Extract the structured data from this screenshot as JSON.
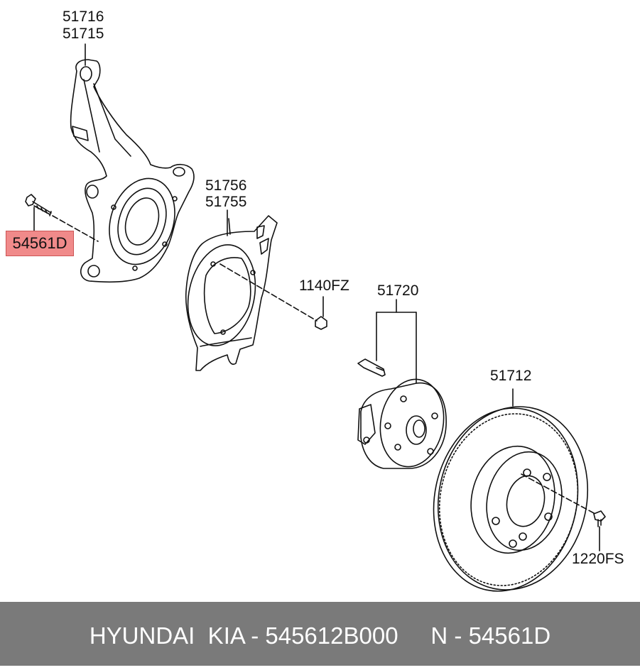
{
  "labels": {
    "knuckle_a": "51716",
    "knuckle_b": "51715",
    "shield_a": "51756",
    "shield_b": "51755",
    "screw": "1140FZ",
    "hub": "51720",
    "disc": "51712",
    "disc_screw": "1220FS",
    "bolt_highlighted": "54561D"
  },
  "footer": {
    "text": "HYUNDAI  KIA - 545612B000     N - 54561D"
  },
  "colors": {
    "highlight": "#f08a8a",
    "footer_bg": "#7a7a7a",
    "line": "#111111"
  }
}
